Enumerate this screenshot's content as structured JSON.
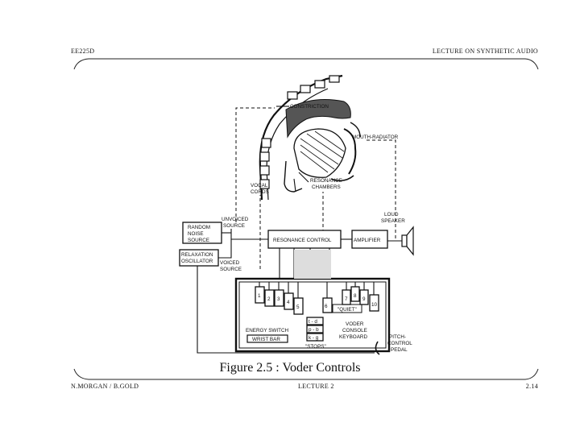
{
  "header": {
    "left": "EE225D",
    "right": "LECTURE ON SYNTHETIC AUDIO"
  },
  "footer": {
    "left": "N.MORGAN / B.GOLD",
    "center": "LECTURE 2",
    "right": "2.14"
  },
  "figure": {
    "caption": "Figure 2.5 : Voder Controls",
    "labels": {
      "constriction": "CONSTRICTION",
      "mouth_radiator": "MOUTH-RADIATOR",
      "vocal_cords_1": "VOCAL",
      "vocal_cords_2": "CORDS",
      "resonance_chambers_1": "RESONANCE",
      "resonance_chambers_2": "CHAMBERS",
      "loud_speaker_1": "LOUD",
      "loud_speaker_2": "SPEAKER",
      "random_noise_1": "RANDOM",
      "random_noise_2": "NOISE",
      "random_noise_3": "SOURCE",
      "unvoiced_1": "UNVOICED",
      "unvoiced_2": "SOURCE",
      "resonance_control": "RESONANCE CONTROL",
      "amplifier": "AMPLIFIER",
      "relaxation_1": "RELAXATION",
      "relaxation_2": "OSCILLATOR",
      "voiced_1": "VOICED",
      "voiced_2": "SOURCE",
      "quiet": "\"QUIET\"",
      "energy_switch": "ENERGY SWITCH",
      "wrist_bar": "WRIST BAR",
      "voder_1": "VODER",
      "voder_2": "CONSOLE",
      "voder_3": "KEYBOARD",
      "stops": "\"STOPS\"",
      "stop_t_d": "t - d",
      "stop_p_b": "p - b",
      "stop_k_g": "k - g",
      "pitch_1": "PITCH-",
      "pitch_2": "CONTROL",
      "pitch_3": "PEDAL"
    },
    "left_keys": [
      "1",
      "2",
      "3",
      "4",
      "5"
    ],
    "right_keys": [
      "6",
      "7",
      "8",
      "9",
      "10"
    ]
  }
}
